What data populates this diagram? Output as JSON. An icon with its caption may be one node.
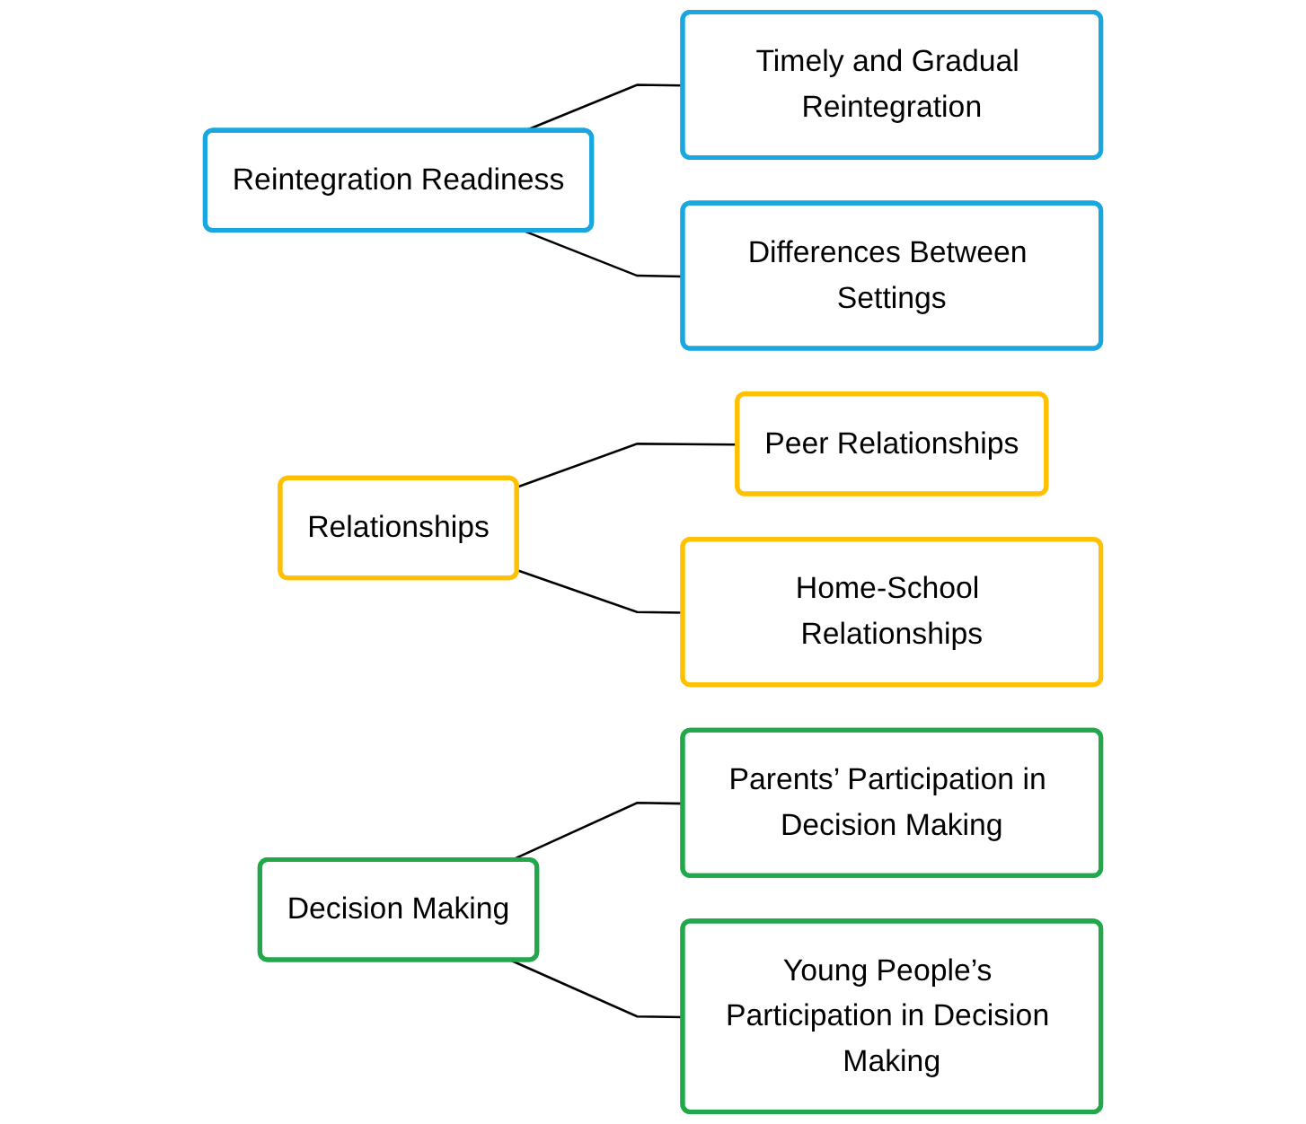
{
  "diagram": {
    "nodes": [
      {
        "text": [
          "Reintegration Readiness"
        ]
      },
      {
        "text": [
          "Timely and Gradual Reintegration"
        ]
      },
      {
        "text": [
          "Differences Between Settings"
        ]
      },
      {
        "text": [
          "Relationships"
        ]
      },
      {
        "text": [
          "Peer Relationships"
        ]
      },
      {
        "text": [
          "Home-School Relationships"
        ]
      },
      {
        "text": [
          "Decision Making"
        ]
      },
      {
        "text": [
          "Parents’ Participation in Decision Making"
        ]
      },
      {
        "text": [
          "Young People’s Participation in Decision Making"
        ]
      }
    ],
    "edges": [
      {
        "from": 0,
        "to": 1,
        "arrow": "none"
      },
      {
        "from": 0,
        "to": 2,
        "arrow": "none"
      },
      {
        "from": 3,
        "to": 4,
        "arrow": "none"
      },
      {
        "from": 3,
        "to": 5,
        "arrow": "none"
      },
      {
        "from": 6,
        "to": 7,
        "arrow": "none"
      },
      {
        "from": 6,
        "to": 8,
        "arrow": "none"
      }
    ]
  }
}
